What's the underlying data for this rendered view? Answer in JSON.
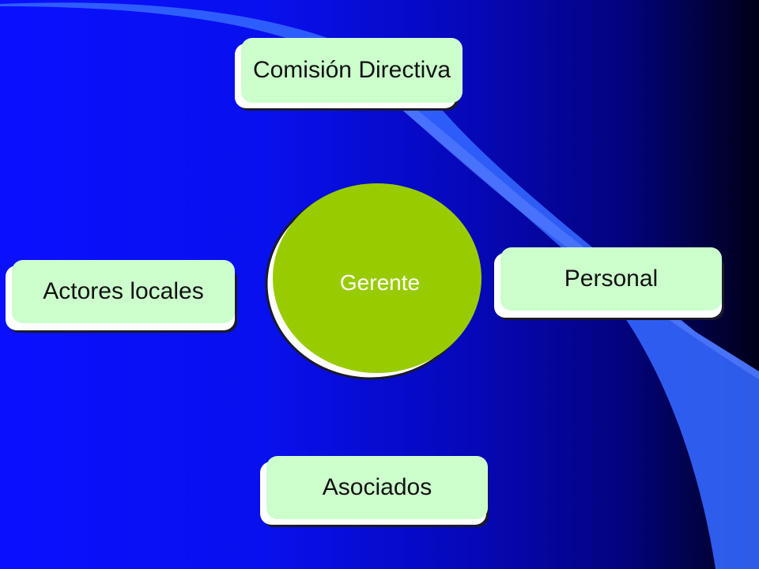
{
  "diagram": {
    "center": {
      "label": "Gerente",
      "color": "#99cc00"
    },
    "nodes": {
      "commission": {
        "label": "Comisión Directiva"
      },
      "actors": {
        "label": "Actores locales"
      },
      "staff": {
        "label": "Personal"
      },
      "members": {
        "label": "Asociados"
      }
    },
    "box_fill": "#ccffcc",
    "background_colors": [
      "#0a10ff",
      "#030380",
      "#000018"
    ],
    "curve_color": "#3366ff"
  }
}
